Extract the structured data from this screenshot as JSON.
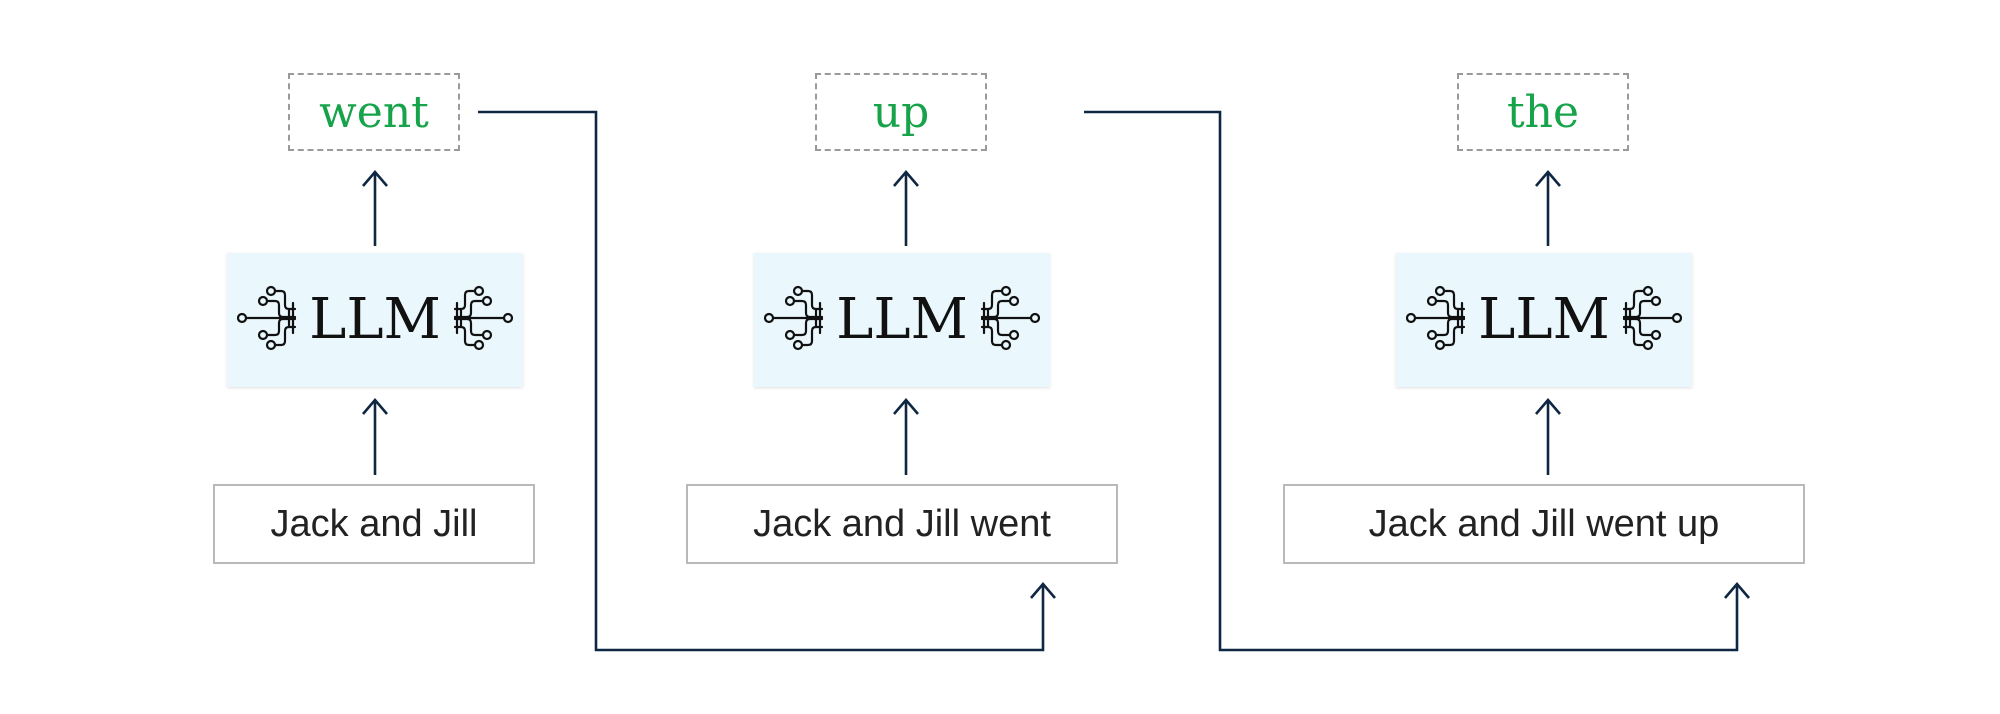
{
  "stages": [
    {
      "output_token": "went",
      "model_label": "LLM",
      "input_text": "Jack and Jill"
    },
    {
      "output_token": "up",
      "model_label": "LLM",
      "input_text": "Jack and Jill went"
    },
    {
      "output_token": "the",
      "model_label": "LLM",
      "input_text": "Jack and Jill went up"
    }
  ],
  "colors": {
    "token": "#16a34a",
    "arrow": "#0f2742",
    "llm_bg": "#eaf8fd",
    "border": "#b9b9b9"
  }
}
